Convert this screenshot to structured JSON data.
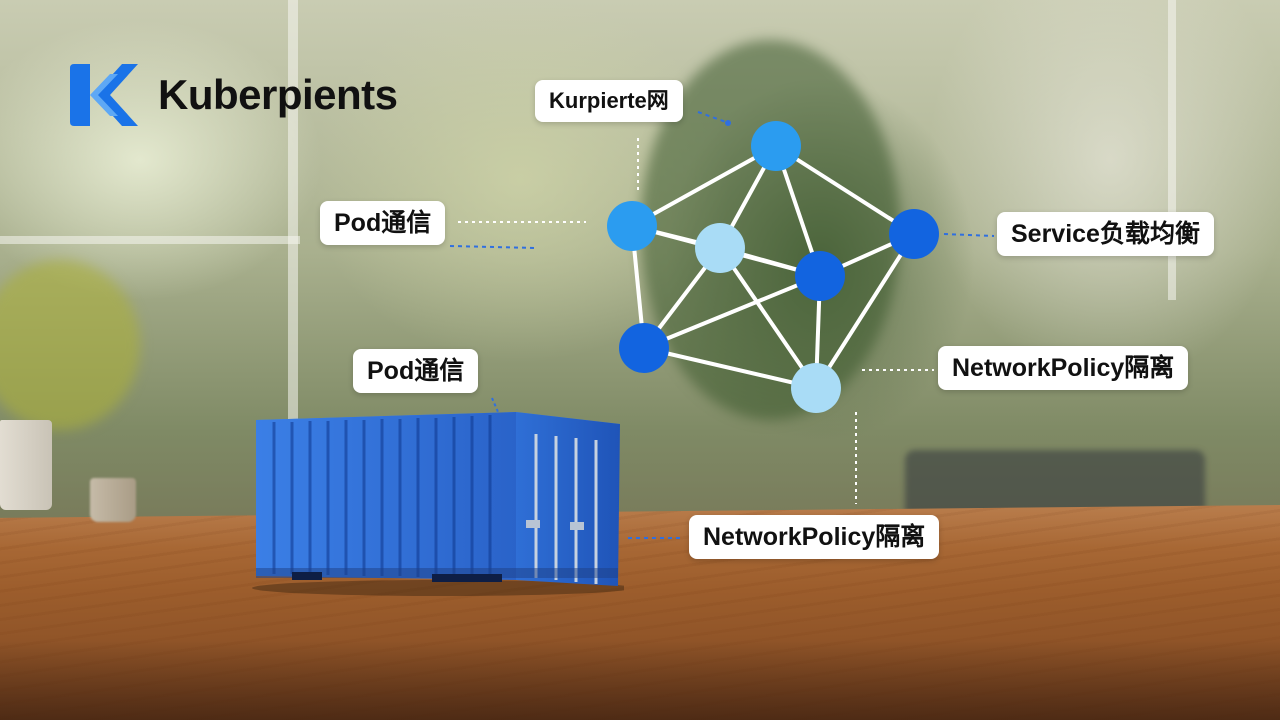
{
  "brand": {
    "name": "Kuberpients",
    "accent": "#1a73e8"
  },
  "labels": {
    "top_network": "Kurpierte网",
    "pod_left": "Pod通信",
    "service": "Service负载均衡",
    "pod_container": "Pod通信",
    "netpolicy_right": "NetworkPolicy隔离",
    "netpolicy_bottom": "NetworkPolicy隔离"
  },
  "colors": {
    "node_light": "#a9dcf6",
    "node_mid": "#2b9cf0",
    "node_dark": "#1264e0",
    "edge": "#ffffff",
    "connector": "#2f6fe0",
    "container": "#2f6fd6"
  },
  "icons": [
    "kubernetes-k-logo",
    "shipping-container",
    "network-graph"
  ]
}
